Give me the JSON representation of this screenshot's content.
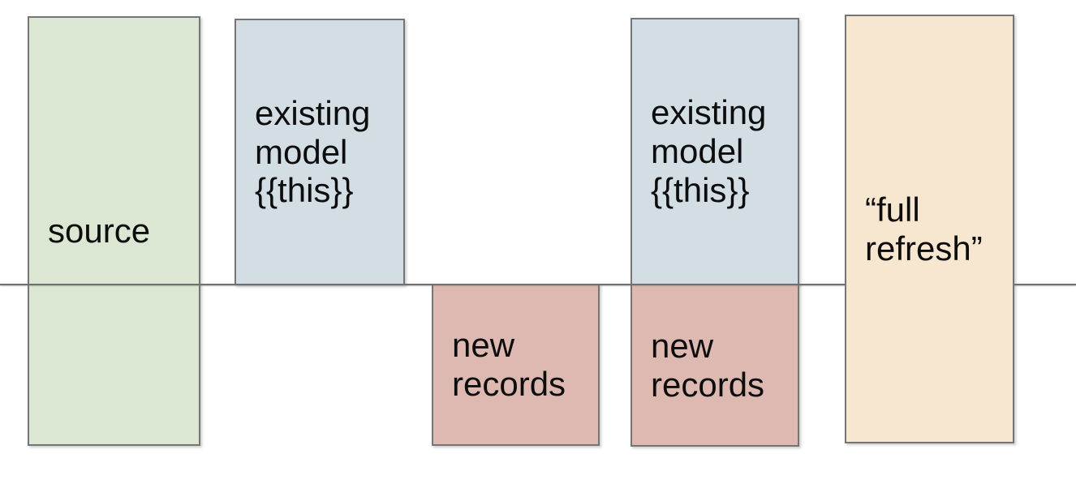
{
  "colors": {
    "background": "#ffffff",
    "border": "#757575",
    "line": "#6f6f6f",
    "text": "#0d0d0d",
    "source_fill": "#dbe7d3",
    "existing_model_fill": "#d2dee3",
    "new_records_fill": "#ddb9b1",
    "full_refresh_fill": "#f8e7d0"
  },
  "boxes": [
    {
      "id": "source",
      "label": "source",
      "fill": "#dbe7d3"
    },
    {
      "id": "existing-model-left",
      "label": "existing\nmodel\n{{this}}",
      "fill": "#d2dee3"
    },
    {
      "id": "new-records-left",
      "label": "new\nrecords",
      "fill": "#ddb9b1"
    },
    {
      "id": "existing-model-right",
      "label": "existing\nmodel\n{{this}}",
      "fill": "#d2dee3"
    },
    {
      "id": "new-records-right",
      "label": "new\nrecords",
      "fill": "#ddb9b1"
    },
    {
      "id": "full-refresh",
      "label": "“full\nrefresh”",
      "fill": "#f8e7d0"
    }
  ]
}
